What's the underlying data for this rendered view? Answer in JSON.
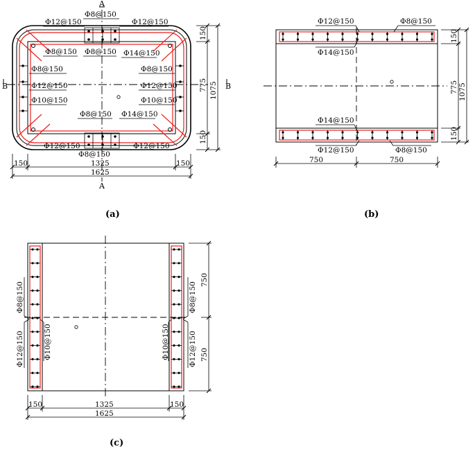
{
  "panel_a": {
    "caption": "(a)",
    "section_top": "A",
    "section_bottom": "A",
    "section_left": "B",
    "section_right": "B",
    "labels": {
      "top_center": "Φ8@150",
      "top_left": "Φ12@150",
      "top_right": "Φ12@150",
      "inner_top_left": "Φ8@150",
      "inner_top_mid": "Φ8@150",
      "inner_top_right": "Φ14@150",
      "left_1": "Φ8@150",
      "left_2": "Φ12@150",
      "left_3": "Φ10@150",
      "right_1": "Φ8@150",
      "right_2": "Φ12@150",
      "right_3": "Φ10@150",
      "inner_bottom_mid": "Φ8@150",
      "inner_bottom_right": "Φ14@150",
      "bottom_left": "Φ12@150",
      "bottom_right": "Φ12@150",
      "bottom_center": "Φ8@150"
    },
    "dims": {
      "right_top": "150",
      "right_mid": "775",
      "right_bottom": "150",
      "right_total": "1075",
      "bottom_left": "150",
      "bottom_mid": "1325",
      "bottom_right": "150",
      "bottom_total": "1625"
    }
  },
  "panel_b": {
    "caption": "(b)",
    "labels": {
      "top_left": "Φ12@150",
      "top_right": "Φ8@150",
      "top_inner": "Φ14@150",
      "bottom_inner": "Φ14@150",
      "bottom_left": "Φ12@150",
      "bottom_right": "Φ8@150"
    },
    "dims": {
      "right_top": "150",
      "right_mid": "775",
      "right_bottom": "150",
      "right_total": "1075",
      "bottom_left": "750",
      "bottom_right": "750"
    }
  },
  "panel_c": {
    "caption": "(c)",
    "labels": {
      "left_upper": "Φ8@150",
      "left_lower_outer": "Φ12@150",
      "left_lower_inner": "Φ10@150",
      "right_upper": "Φ8@150",
      "right_lower_inner": "Φ10@150",
      "right_lower_outer": "Φ12@150"
    },
    "dims": {
      "right_upper": "750",
      "right_lower": "750",
      "bottom_left": "150",
      "bottom_mid": "1325",
      "bottom_right": "150",
      "bottom_total": "1625"
    }
  }
}
